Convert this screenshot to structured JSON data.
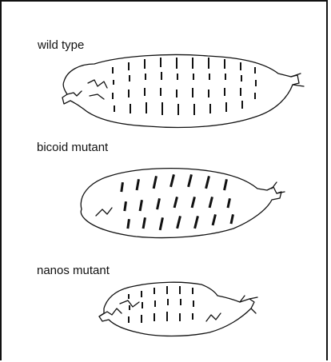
{
  "panels": [
    {
      "label": "wild type"
    },
    {
      "label": "bicoid mutant"
    },
    {
      "label": "nanos mutant"
    }
  ],
  "colors": {
    "ink": "#111111",
    "background": "#ffffff"
  }
}
